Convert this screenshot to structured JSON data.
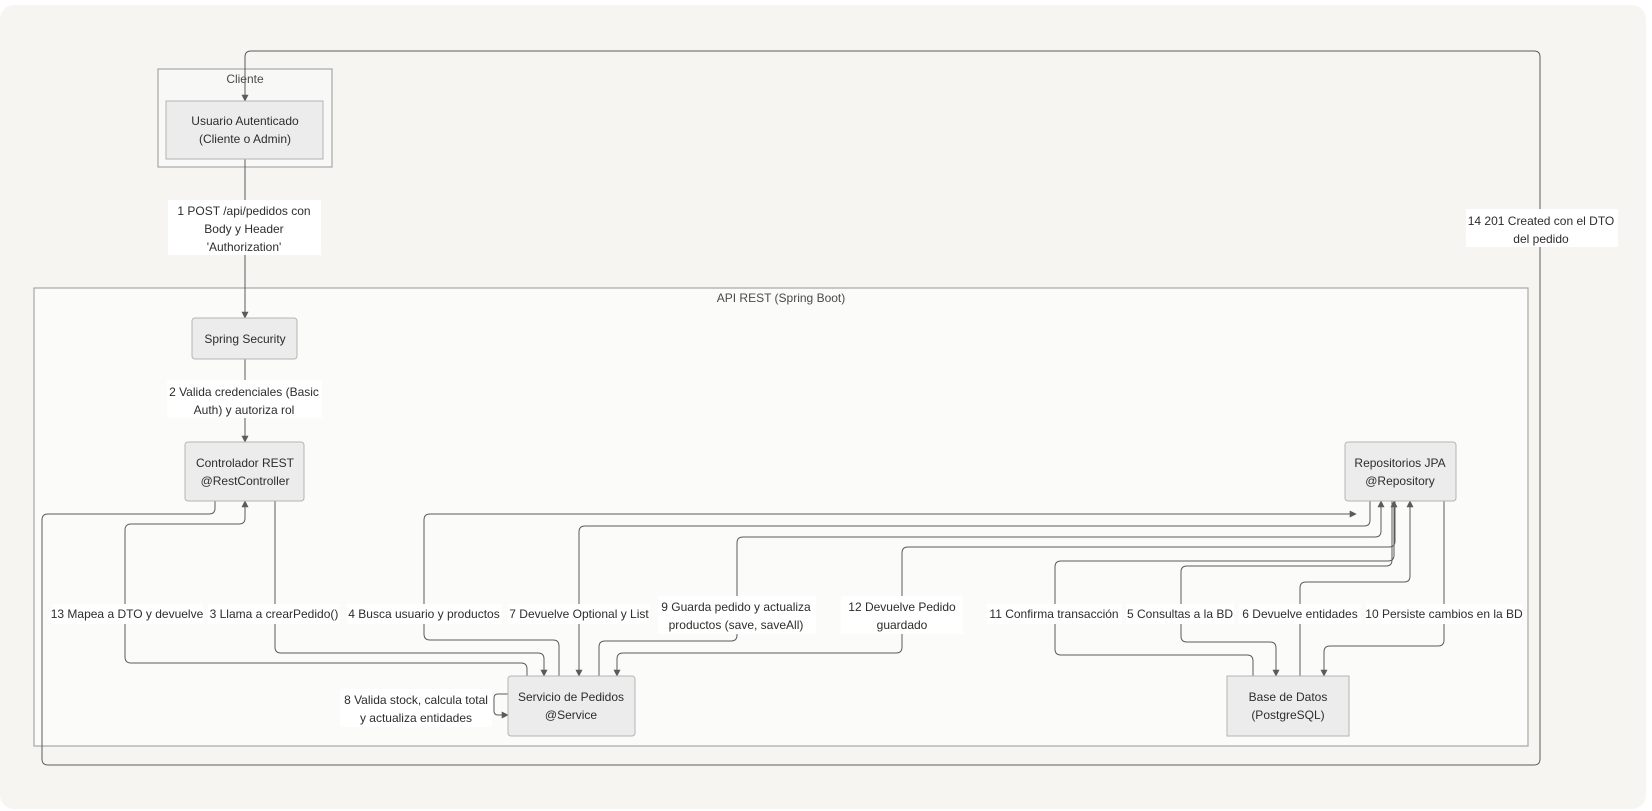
{
  "clusters": {
    "client": {
      "title": "Cliente"
    },
    "api": {
      "title": "API REST (Spring Boot)"
    }
  },
  "nodes": {
    "user": {
      "line1": "Usuario Autenticado",
      "line2": "(Cliente o Admin)"
    },
    "security": {
      "line1": "Spring Security"
    },
    "controller": {
      "line1": "Controlador REST",
      "line2": "@RestController"
    },
    "repos": {
      "line1": "Repositorios JPA",
      "line2": "@Repository"
    },
    "service": {
      "line1": "Servicio de Pedidos",
      "line2": "@Service"
    },
    "db": {
      "line1": "Base de Datos",
      "line2": "(PostgreSQL)"
    }
  },
  "edges": {
    "e1": {
      "lines": [
        "1 POST /api/pedidos con",
        "Body y Header",
        "'Authorization'"
      ]
    },
    "e2": {
      "lines": [
        "2 Valida credenciales (Basic",
        "Auth) y autoriza rol"
      ]
    },
    "e3": {
      "lines": [
        "3 Llama a crearPedido()"
      ]
    },
    "e4": {
      "lines": [
        "4 Busca usuario y productos"
      ]
    },
    "e5": {
      "lines": [
        "5 Consultas a la BD"
      ]
    },
    "e6": {
      "lines": [
        "6 Devuelve entidades"
      ]
    },
    "e7": {
      "lines": [
        "7 Devuelve Optional y List"
      ]
    },
    "e8": {
      "lines": [
        "8 Valida stock, calcula total",
        "y actualiza entidades"
      ]
    },
    "e9": {
      "lines": [
        "9 Guarda pedido y actualiza",
        "productos (save, saveAll)"
      ]
    },
    "e10": {
      "lines": [
        "10 Persiste cambios en la BD"
      ]
    },
    "e11": {
      "lines": [
        "11 Confirma transacción"
      ]
    },
    "e12": {
      "lines": [
        "12 Devuelve Pedido",
        "guardado"
      ]
    },
    "e13": {
      "lines": [
        "13 Mapea a DTO y devuelve"
      ]
    },
    "e14": {
      "lines": [
        "14 201 Created con el DTO",
        "del pedido"
      ]
    }
  },
  "colors": {
    "canvas": "#f6f5f2",
    "cluster_fill": "#fbfbfa",
    "node_fill": "#ececec",
    "node_border": "#b4b4b4",
    "edge": "#5b5b5b",
    "label_bg": "#ffffff",
    "text": "#2d2d2d"
  }
}
